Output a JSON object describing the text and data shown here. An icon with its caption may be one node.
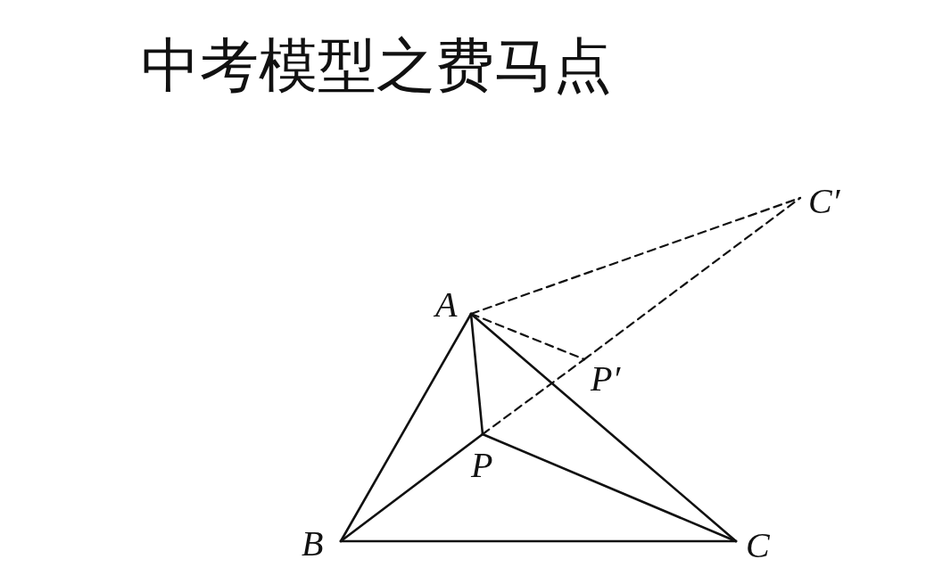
{
  "diagram": {
    "title": "中考模型之费马点",
    "nodes": [
      {
        "text": [
          "A"
        ]
      },
      {
        "text": [
          "B"
        ]
      },
      {
        "text": [
          "C"
        ]
      },
      {
        "text": [
          "P"
        ]
      },
      {
        "text": [
          "P′"
        ]
      },
      {
        "text": [
          "C′"
        ]
      }
    ],
    "edges": [
      {
        "from": 0,
        "to": 1,
        "arrow": "none"
      },
      {
        "from": 1,
        "to": 2,
        "arrow": "none"
      },
      {
        "from": 2,
        "to": 0,
        "arrow": "none"
      },
      {
        "from": 0,
        "to": 3,
        "arrow": "none"
      },
      {
        "from": 1,
        "to": 3,
        "arrow": "none"
      },
      {
        "from": 2,
        "to": 3,
        "arrow": "none"
      },
      {
        "from": 0,
        "to": 5,
        "arrow": "none",
        "style": "dashed"
      },
      {
        "from": 0,
        "to": 4,
        "arrow": "none",
        "style": "dashed"
      },
      {
        "from": 3,
        "to": 4,
        "arrow": "none",
        "style": "dashed"
      },
      {
        "from": 4,
        "to": 5,
        "arrow": "none",
        "style": "dashed"
      }
    ]
  }
}
